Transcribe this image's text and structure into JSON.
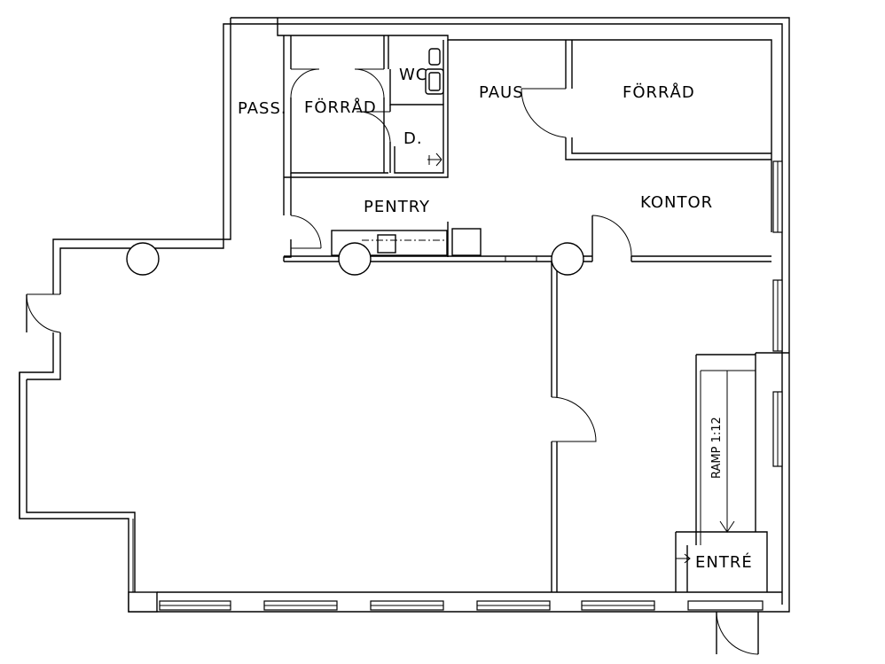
{
  "rooms": {
    "pass": "PASS.",
    "forrad_small": "FÖRRÅD",
    "wc": "WC",
    "d": "D.",
    "paus": "PAUS",
    "forrad_large": "FÖRRÅD",
    "pentry": "PENTRY",
    "kontor": "KONTOR",
    "ramp": "RAMP 1:12",
    "entre": "ENTRÉ"
  }
}
